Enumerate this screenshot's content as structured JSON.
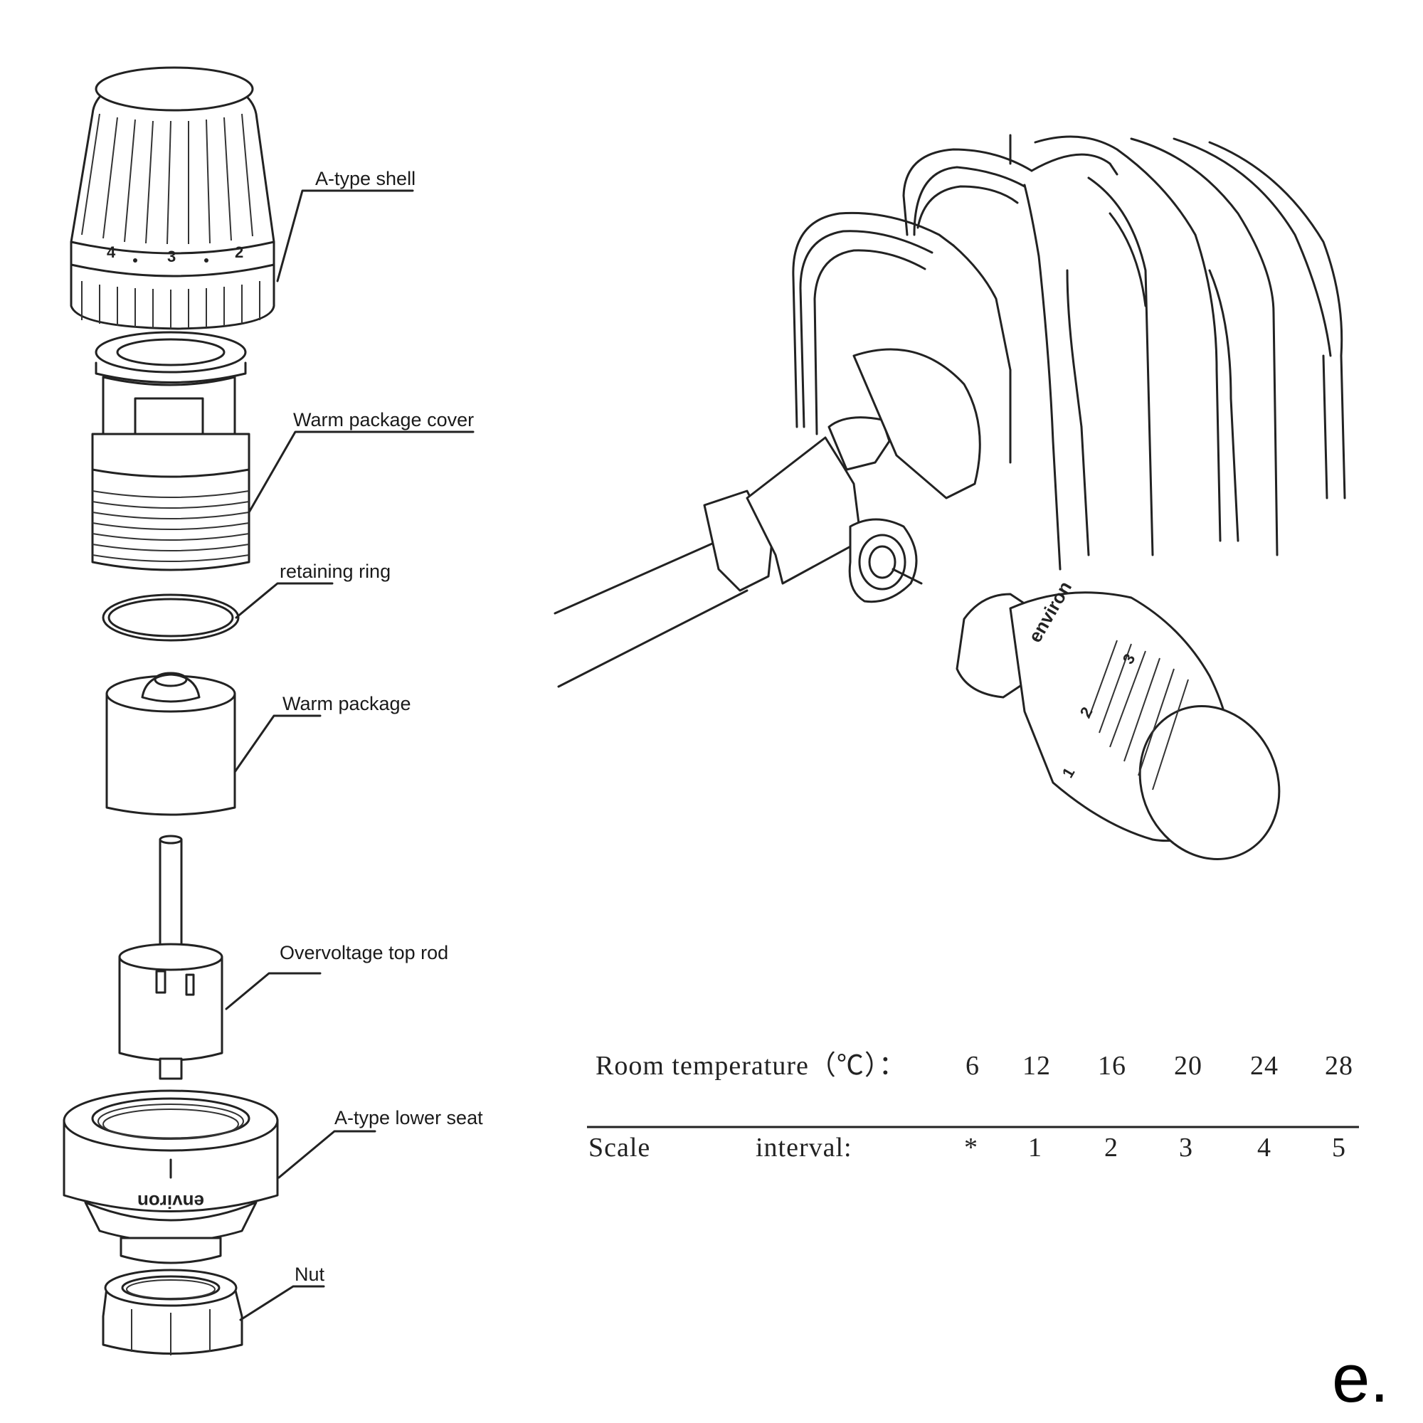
{
  "labels": {
    "shell": "A-type shell",
    "cover": "Warm package cover",
    "ring": "retaining ring",
    "package": "Warm package",
    "rod": "Overvoltage top rod",
    "seat": "A-type lower seat",
    "nut": "Nut"
  },
  "brand": "environ",
  "dial_marks": [
    "2",
    "3",
    "4"
  ],
  "head_marks": [
    "1",
    "2",
    "3"
  ],
  "table": {
    "room_label": "Room temperature（℃）：",
    "scale_label": "Scale",
    "interval_label": "interval:",
    "temperatures": [
      "6",
      "12",
      "16",
      "20",
      "24",
      "28"
    ],
    "scale": [
      "*",
      "1",
      "2",
      "3",
      "4",
      "5"
    ]
  },
  "corner_mark": "e."
}
